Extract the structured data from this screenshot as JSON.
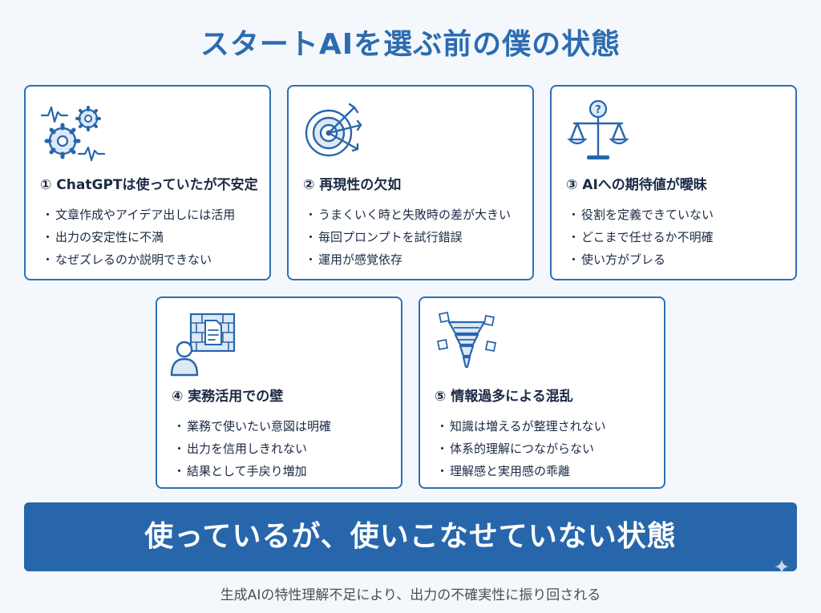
{
  "title": "スタートAIを選ぶ前の僕の状態",
  "cards": [
    {
      "heading": "① ChatGPTは使っていたが不安定",
      "icon": "gears-icon",
      "items": [
        "文章作成やアイデア出しには活用",
        "出力の安定性に不満",
        "なぜズレるのか説明できない"
      ]
    },
    {
      "heading": "② 再現性の欠如",
      "icon": "target-arrows-icon",
      "items": [
        "うまくいく時と失敗時の差が大きい",
        "毎回プロンプトを試行錯誤",
        "運用が感覚依存"
      ]
    },
    {
      "heading": "③ AIへの期待値が曖昧",
      "icon": "balance-scale-question-icon",
      "items": [
        "役割を定義できていない",
        "どこまで任せるか不明確",
        "使い方がブレる"
      ]
    },
    {
      "heading": "④ 実務活用での壁",
      "icon": "person-wall-document-icon",
      "items": [
        "業務で使いたい意図は明確",
        "出力を信用しきれない",
        "結果として手戻り増加"
      ]
    },
    {
      "heading": "⑤ 情報過多による混乱",
      "icon": "tornado-documents-icon",
      "items": [
        "知識は増えるが整理されない",
        "体系的理解につながらない",
        "理解感と実用感の乖離"
      ]
    }
  ],
  "banner": "使っているが、使いこなせていない状態",
  "footer": "生成AIの特性理解不足により、出力の不確実性に振り回される",
  "colors": {
    "accent": "#2866ab",
    "title": "#2c6cb0",
    "icon_fill": "#dce9f7",
    "background": "#f4f8fc"
  }
}
